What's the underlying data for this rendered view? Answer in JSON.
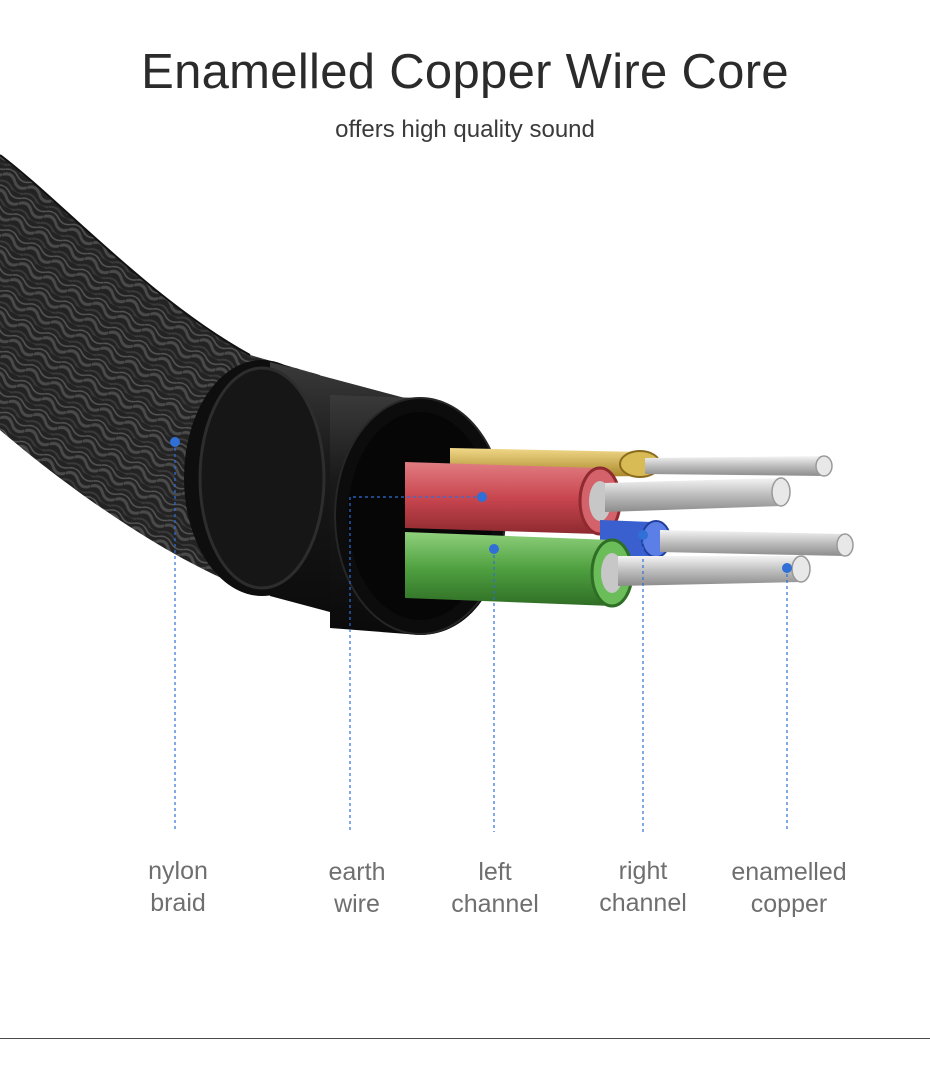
{
  "header": {
    "title": "Enamelled Copper Wire Core",
    "subtitle": "offers high quality sound"
  },
  "labels": [
    {
      "line1": "nylon",
      "line2": "braid"
    },
    {
      "line1": "earth",
      "line2": "wire"
    },
    {
      "line1": "left",
      "line2": "channel"
    },
    {
      "line1": "right",
      "line2": "channel"
    },
    {
      "line1": "enamelled",
      "line2": "copper"
    }
  ],
  "colors": {
    "braid": "#2a2a2a",
    "jacket": "#141414",
    "earth_wire": "#c9464f",
    "left_channel": "#4fa040",
    "right_channel": "#3a5fcf",
    "gold_wire": "#c9a43a",
    "copper_strands": "#c8c8c8",
    "leader_dot": "#2f6fd6"
  }
}
